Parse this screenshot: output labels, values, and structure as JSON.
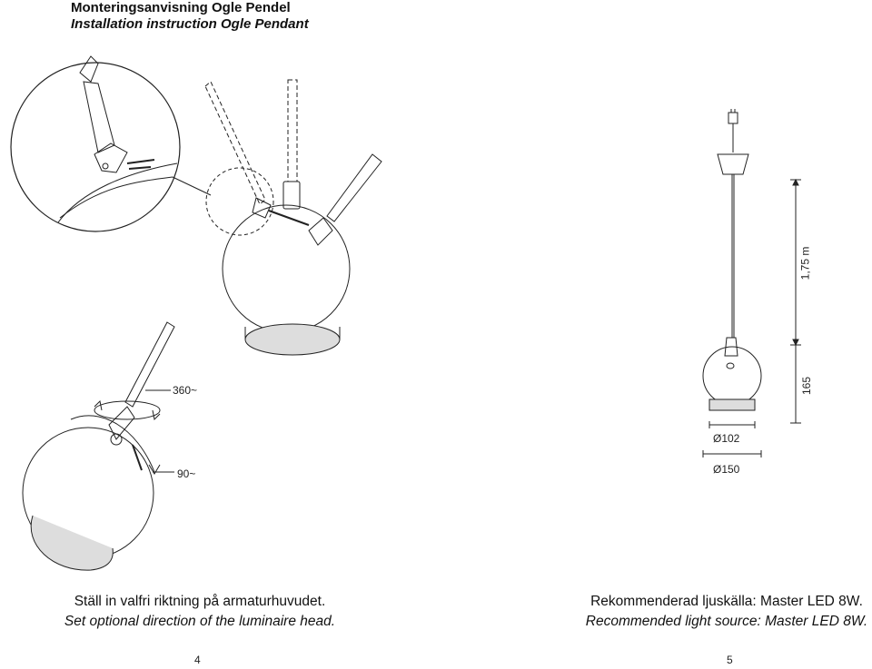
{
  "header": {
    "title_sv": "Monteringsanvisning Ogle Pendel",
    "title_en": "Installation instruction Ogle Pendant"
  },
  "labels": {
    "rotation_360": "360~",
    "rotation_90": "90~",
    "height": "1,75 m",
    "lamp_height": "165",
    "diameter_small": "Ø102",
    "diameter_large": "Ø150"
  },
  "captions": {
    "left_sv": "Ställ in valfri riktning på armaturhuvudet.",
    "left_en": "Set optional direction of the luminaire head.",
    "right_sv": "Rekommenderad ljuskälla: Master LED 8W.",
    "right_en": "Recommended light source: Master LED 8W."
  },
  "pages": {
    "left": "4",
    "right": "5"
  },
  "colors": {
    "line": "#222222",
    "base": "#555555"
  }
}
